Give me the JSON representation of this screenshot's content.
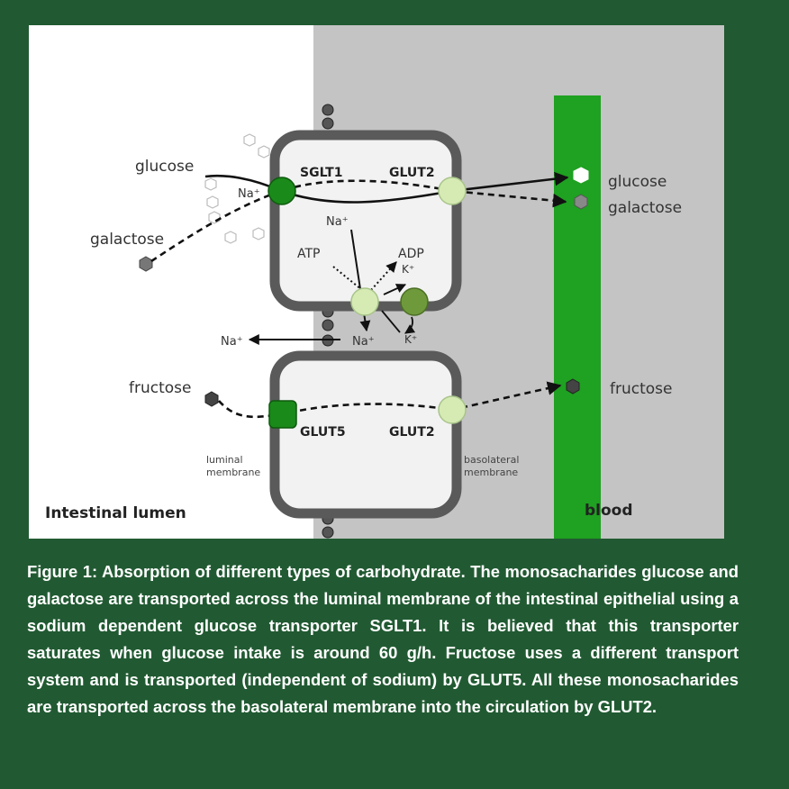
{
  "labels": {
    "glucose_left": "glucose",
    "galactose_left": "galactose",
    "fructose_left": "fructose",
    "glucose_right": "glucose",
    "galactose_right": "galactose",
    "fructose_right": "fructose",
    "sglt1": "SGLT1",
    "glut2_top": "GLUT2",
    "glut5": "GLUT5",
    "glut2_bottom": "GLUT2",
    "na_plus_a": "Na⁺",
    "na_plus_b": "Na⁺",
    "na_plus_c": "Na⁺",
    "na_plus_d": "Na⁺",
    "atp": "ATP",
    "adp": "ADP",
    "k_plus_a": "K⁺",
    "k_plus_b": "K⁺",
    "luminal_line1": "luminal",
    "luminal_line2": "membrane",
    "basolateral_line1": "basolateral",
    "basolateral_line2": "membrane",
    "intestinal_lumen": "Intestinal lumen",
    "blood": "blood"
  },
  "caption": "Figure 1: Absorption of different types of carbohydrate. The monosacharides glucose and galactose are transported across the luminal membrane of the intestinal epithelial using a sodium dependent glucose transporter SGLT1. It is believed that this transporter saturates when glucose intake is around 60 g/h. Fructose uses a different transport system and is transported (independent of sodium) by GLUT5. All these monosacharides are transported across the basolateral membrane into the circulation by GLUT2.",
  "colors": {
    "background": "#215a32",
    "lumen": "#ffffff",
    "interstitial": "#c4c4c4",
    "blood_vessel": "#1fa121",
    "sglt1": "#1a8a1a",
    "glut2": "#d6ebb4",
    "atpase": "#6f9a3c"
  }
}
